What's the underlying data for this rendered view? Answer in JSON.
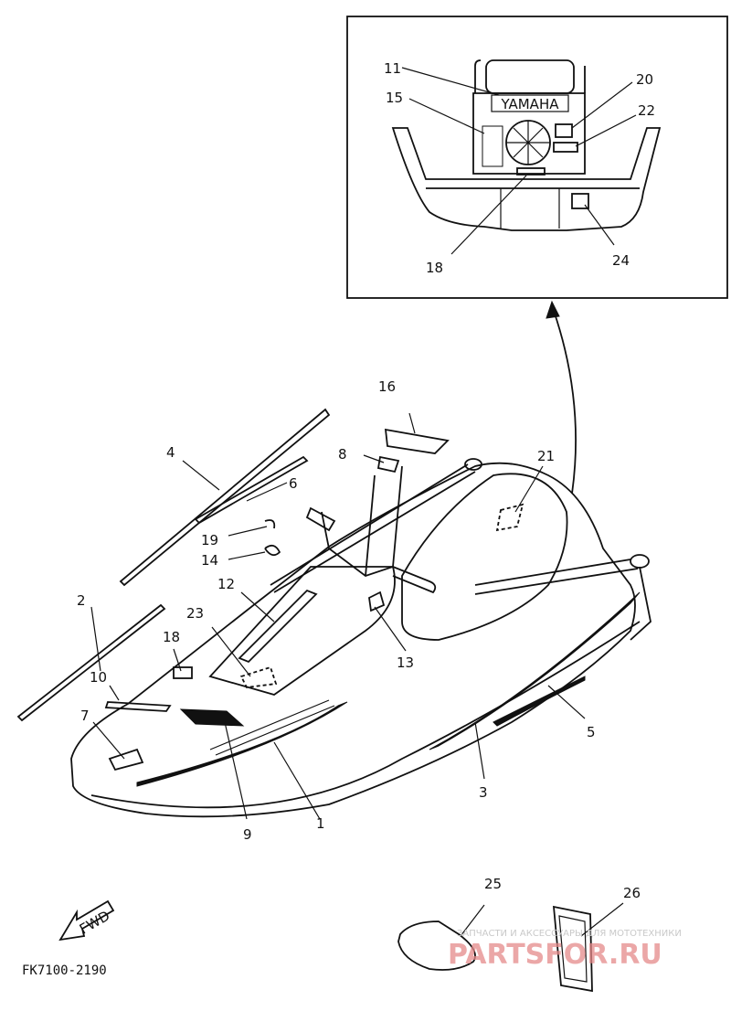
{
  "callouts": {
    "c1": "1",
    "c2": "2",
    "c3": "3",
    "c4": "4",
    "c5": "5",
    "c6": "6",
    "c7": "7",
    "c8": "8",
    "c9": "9",
    "c10": "10",
    "c11": "11",
    "c12": "12",
    "c13": "13",
    "c14": "14",
    "c15": "15",
    "c16": "16",
    "c18": "18",
    "c18b": "18",
    "c19": "19",
    "c20": "20",
    "c21": "21",
    "c22": "22",
    "c23": "23",
    "c24": "24",
    "c25": "25",
    "c26": "26"
  },
  "inset": {
    "brand_label": "YAMAHA"
  },
  "fwd_arrow_label": "FWD",
  "figure_code": "FK7100-2190",
  "watermark": {
    "small_text": "ЗАПЧАСТИ И АКСЕССУАРЫ ДЛЯ МОТОТЕХНИКИ",
    "logo_text": "PARTSFOR.RU"
  }
}
